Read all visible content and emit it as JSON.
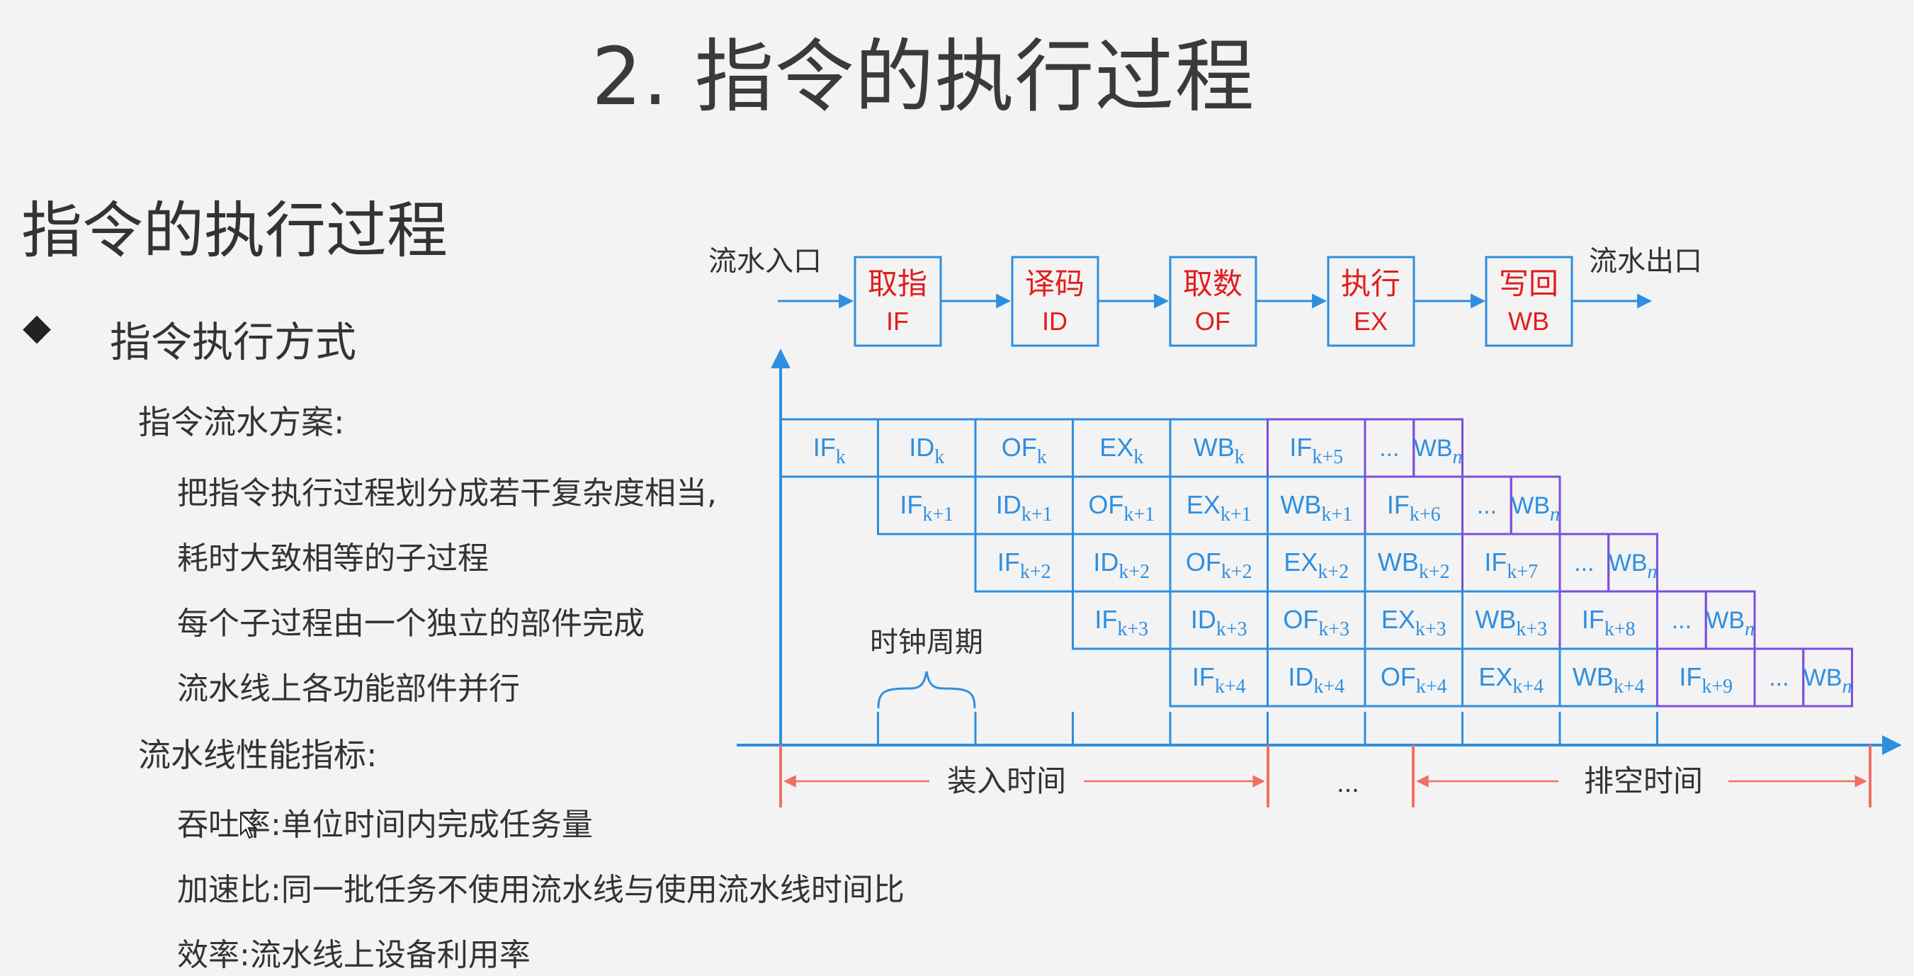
{
  "page_title": "2. 指令的执行过程",
  "section_title": "指令的执行过程",
  "bullet_glyph": "◆",
  "bullet_heading": "指令执行方式",
  "pipeline_scheme": {
    "heading": "指令流水方案:",
    "lines": [
      "把指令执行过程划分成若干复杂度相当,",
      "耗时大致相等的子过程",
      "每个子过程由一个独立的部件完成",
      "流水线上各功能部件并行"
    ]
  },
  "metrics": {
    "heading": "流水线性能指标:",
    "lines": [
      "吞吐率:单位时间内完成任务量",
      "加速比:同一批任务不使用流水线与使用流水线时间比",
      "效率:流水线上设备利用率"
    ]
  },
  "flow": {
    "entry": "流水入口",
    "exit": "流水出口",
    "stages": [
      {
        "cn": "取指",
        "en": "IF"
      },
      {
        "cn": "译码",
        "en": "ID"
      },
      {
        "cn": "取数",
        "en": "OF"
      },
      {
        "cn": "执行",
        "en": "EX"
      },
      {
        "cn": "写回",
        "en": "WB"
      }
    ]
  },
  "timeline": {
    "clock_label": "时钟周期",
    "load_label": "装入时间",
    "middle_ellipsis": "...",
    "drain_label": "排空时间"
  },
  "grid_rows": [
    [
      {
        "b": "IF",
        "s": "k",
        "c": "b"
      },
      {
        "b": "ID",
        "s": "k",
        "c": "b"
      },
      {
        "b": "OF",
        "s": "k",
        "c": "b"
      },
      {
        "b": "EX",
        "s": "k",
        "c": "b"
      },
      {
        "b": "WB",
        "s": "k",
        "c": "b"
      },
      {
        "b": "IF",
        "s": "k+5",
        "c": "p"
      },
      {
        "b": "...",
        "s": "",
        "c": "p",
        "narrow": true
      },
      {
        "b": "WB",
        "s": "n",
        "c": "p",
        "narrow": true
      }
    ],
    [
      {
        "b": "IF",
        "s": "k+1",
        "c": "b"
      },
      {
        "b": "ID",
        "s": "k+1",
        "c": "b"
      },
      {
        "b": "OF",
        "s": "k+1",
        "c": "b"
      },
      {
        "b": "EX",
        "s": "k+1",
        "c": "b"
      },
      {
        "b": "WB",
        "s": "k+1",
        "c": "b"
      },
      {
        "b": "IF",
        "s": "k+6",
        "c": "p"
      },
      {
        "b": "...",
        "s": "",
        "c": "p",
        "narrow": true
      },
      {
        "b": "WB",
        "s": "n",
        "c": "p",
        "narrow": true
      }
    ],
    [
      {
        "b": "IF",
        "s": "k+2",
        "c": "b"
      },
      {
        "b": "ID",
        "s": "k+2",
        "c": "b"
      },
      {
        "b": "OF",
        "s": "k+2",
        "c": "b"
      },
      {
        "b": "EX",
        "s": "k+2",
        "c": "b"
      },
      {
        "b": "WB",
        "s": "k+2",
        "c": "b"
      },
      {
        "b": "IF",
        "s": "k+7",
        "c": "p"
      },
      {
        "b": "...",
        "s": "",
        "c": "p",
        "narrow": true
      },
      {
        "b": "WB",
        "s": "n",
        "c": "p",
        "narrow": true
      }
    ],
    [
      {
        "b": "IF",
        "s": "k+3",
        "c": "b"
      },
      {
        "b": "ID",
        "s": "k+3",
        "c": "b"
      },
      {
        "b": "OF",
        "s": "k+3",
        "c": "b"
      },
      {
        "b": "EX",
        "s": "k+3",
        "c": "b"
      },
      {
        "b": "WB",
        "s": "k+3",
        "c": "b"
      },
      {
        "b": "IF",
        "s": "k+8",
        "c": "p"
      },
      {
        "b": "...",
        "s": "",
        "c": "p",
        "narrow": true
      },
      {
        "b": "WB",
        "s": "n",
        "c": "p",
        "narrow": true
      }
    ],
    [
      {
        "b": "IF",
        "s": "k+4",
        "c": "b"
      },
      {
        "b": "ID",
        "s": "k+4",
        "c": "b"
      },
      {
        "b": "OF",
        "s": "k+4",
        "c": "b"
      },
      {
        "b": "EX",
        "s": "k+4",
        "c": "b"
      },
      {
        "b": "WB",
        "s": "k+4",
        "c": "b"
      },
      {
        "b": "IF",
        "s": "k+9",
        "c": "p"
      },
      {
        "b": "...",
        "s": "",
        "c": "p",
        "narrow": true
      },
      {
        "b": "WB",
        "s": "n",
        "c": "p",
        "narrow": true
      }
    ]
  ],
  "colors": {
    "blue": "#2e8fe0",
    "purple": "#7b4fdc",
    "red": "#e21d1d",
    "salmon": "#f07062",
    "text": "#333333"
  }
}
